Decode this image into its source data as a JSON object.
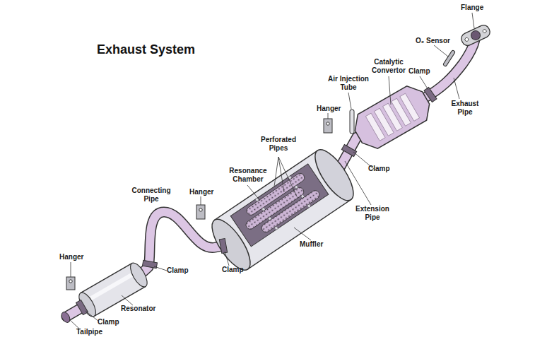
{
  "diagram": {
    "title": "Exhaust System",
    "labels": [
      "Flange",
      "O₂ Sensor",
      "Catalytic Convertor",
      "Clamp",
      "Air Injection Tube",
      "Exhaust Pipe",
      "Hanger",
      "Perforated Pipes",
      "Resonance Chamber",
      "Clamp",
      "Extension Pipe",
      "Hanger",
      "Connecting Pipe",
      "Muffler",
      "Hanger",
      "Clamp",
      "Clamp",
      "Resonator",
      "Clamp",
      "Tailpipe"
    ]
  }
}
